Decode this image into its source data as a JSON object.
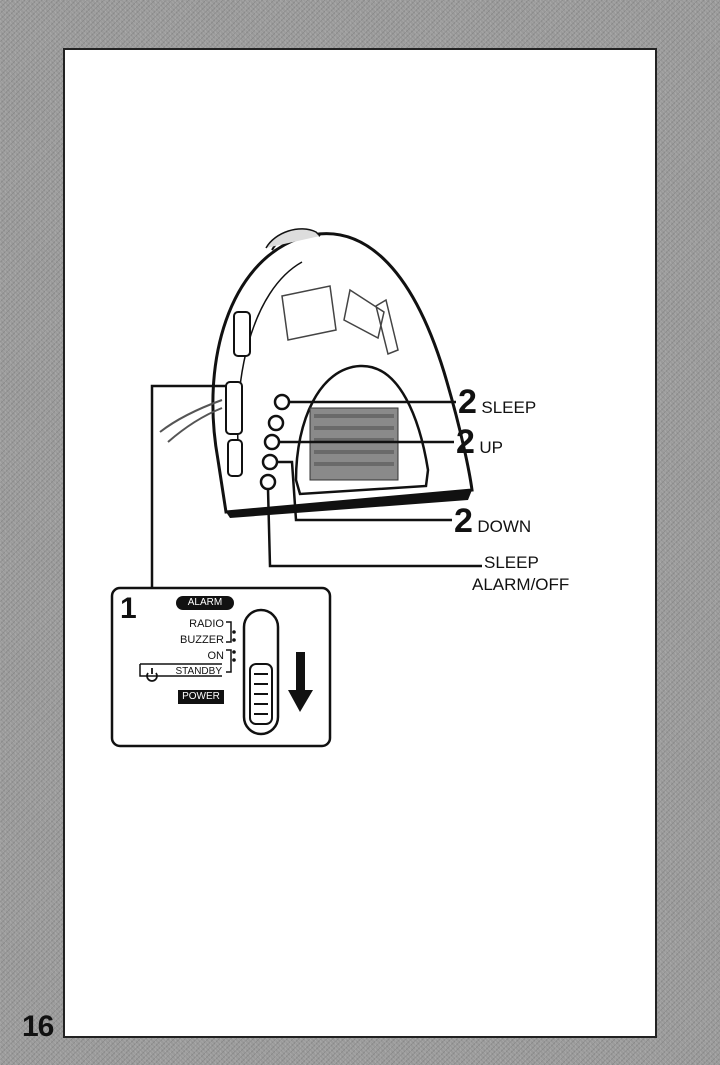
{
  "page_number": "16",
  "callouts": {
    "sleep": {
      "step": "2",
      "label": "SLEEP"
    },
    "up": {
      "step": "2",
      "label": "UP"
    },
    "down": {
      "step": "2",
      "label": "DOWN"
    },
    "sleep_alarm_off": {
      "line1": "SLEEP",
      "line2": "ALARM/OFF"
    }
  },
  "inset": {
    "step": "1",
    "alarm_header": "ALARM",
    "radio": "RADIO",
    "buzzer": "BUZZER",
    "on": "ON",
    "standby": "STANDBY",
    "power_footer": "POWER",
    "arrow_icon": "arrow-down-icon",
    "standby_icon": "power-icon"
  }
}
